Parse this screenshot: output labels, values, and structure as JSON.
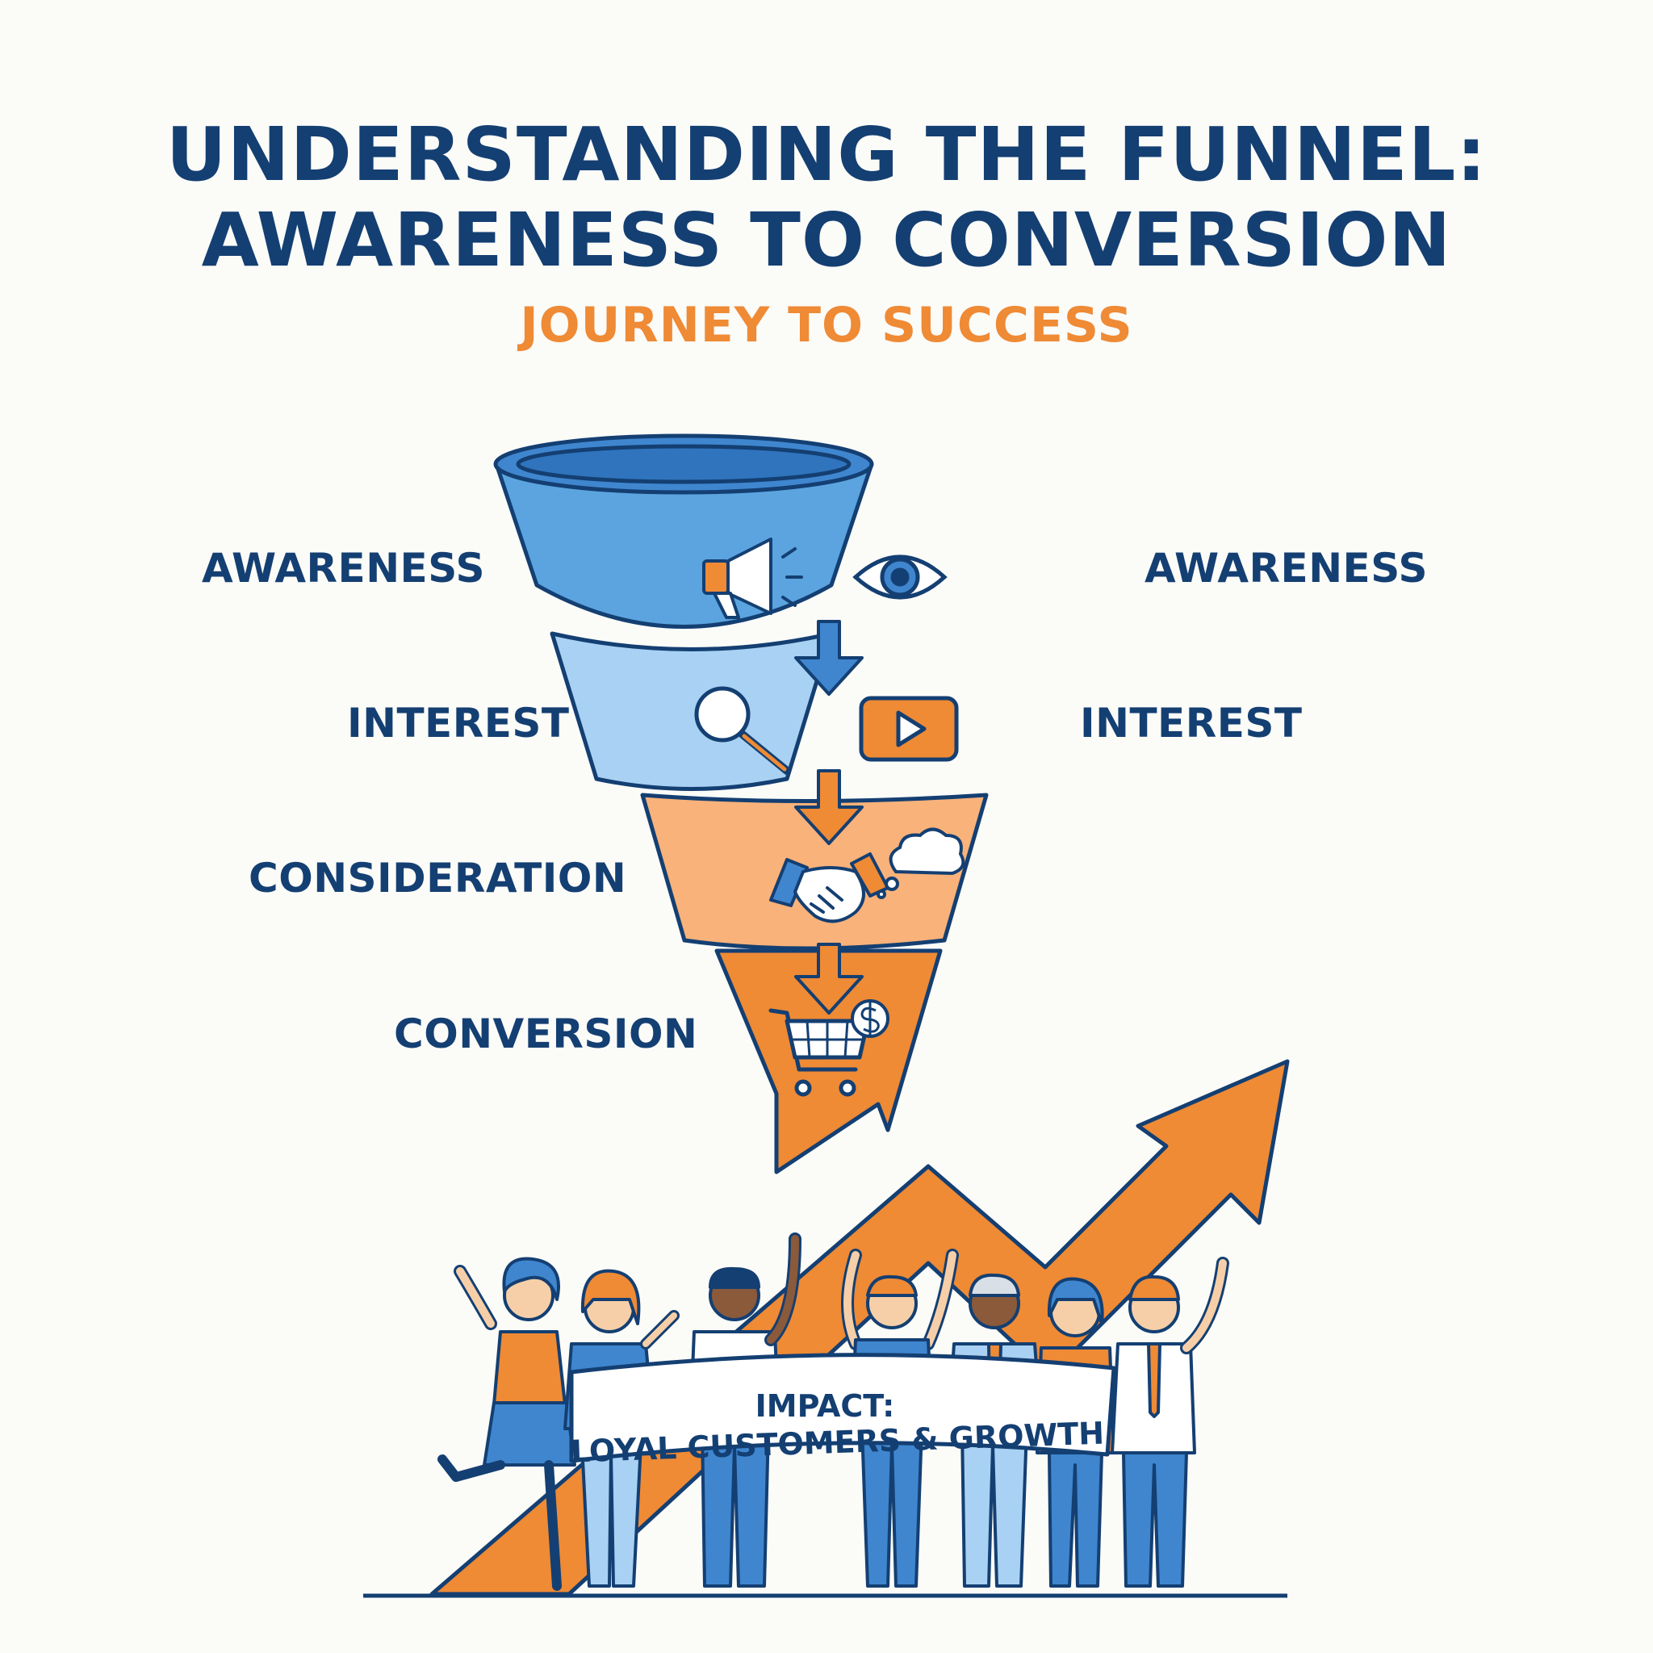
{
  "title": {
    "line1": "UNDERSTANDING THE FUNNEL:",
    "line2": "AWARENESS TO CONVERSION"
  },
  "subtitle": "JOURNEY TO SUCCESS",
  "stages": {
    "awareness": {
      "left_label": "AWARENESS",
      "right_label": "AWARENESS",
      "fill": "#5ba4df",
      "icons": [
        "megaphone-icon",
        "eye-icon"
      ]
    },
    "interest": {
      "left_label": "INTEREST",
      "right_label": "INTEREST",
      "fill": "#a9d1f3",
      "icons": [
        "magnifier-icon",
        "play-video-icon"
      ]
    },
    "consideration": {
      "left_label": "CONSIDERATION",
      "fill": "#f9b27a",
      "icons": [
        "handshake-icon",
        "thought-cloud-icon"
      ]
    },
    "conversion": {
      "left_label": "CONVERSION",
      "fill": "#ef8a35",
      "icons": [
        "shopping-cart-icon",
        "dollar-coin-icon"
      ]
    }
  },
  "banner": {
    "line1": "IMPACT:",
    "line2": "LOYAL CUSTOMERS & GROWTH"
  },
  "colors": {
    "navy": "#143f72",
    "blue": "#4a90d9",
    "light_blue": "#a9d1f3",
    "orange": "#ef8a35",
    "light_orange": "#f9b27a"
  }
}
